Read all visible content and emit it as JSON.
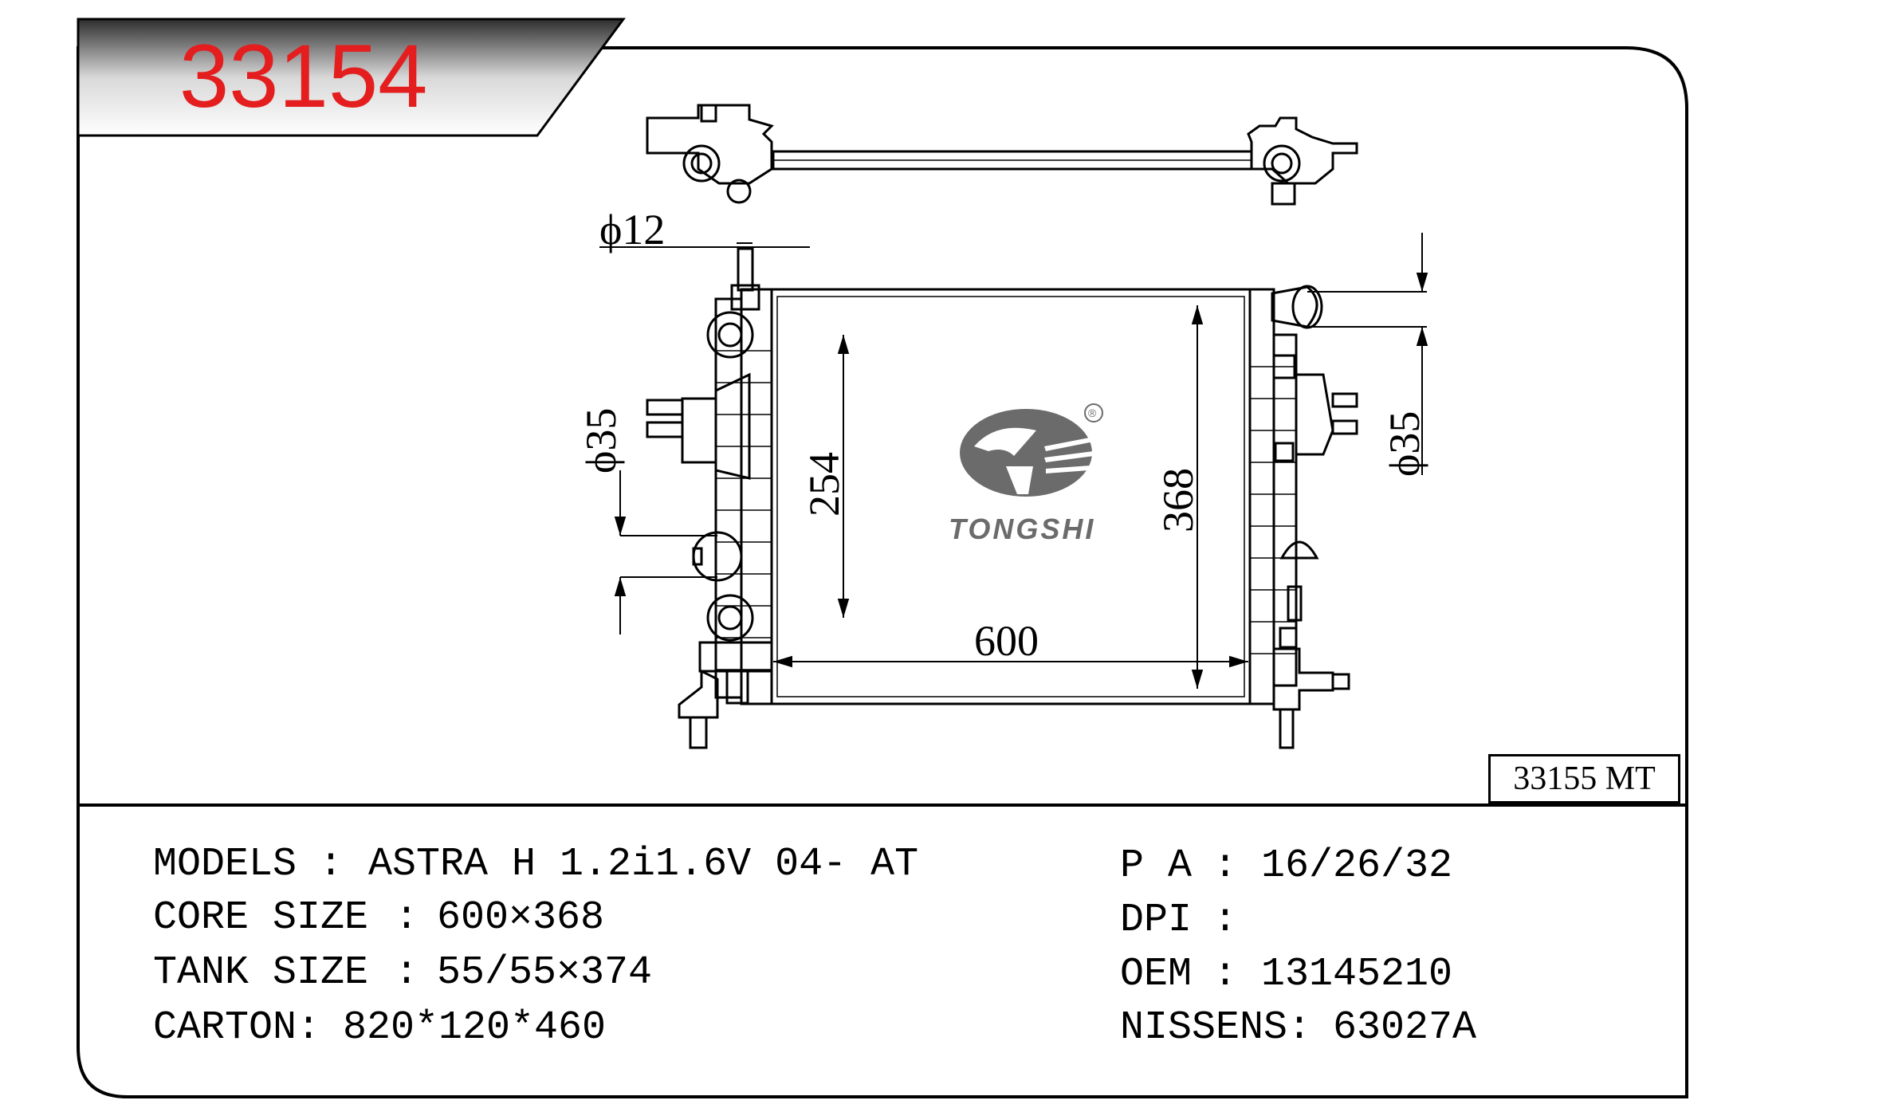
{
  "header": {
    "part_number": "33154",
    "part_number_color": "#e41e1e",
    "variant_code": "33155 MT"
  },
  "logo": {
    "brand_name": "TONGSHI",
    "registered_mark": "®",
    "color": "#6b6b6b"
  },
  "drawing": {
    "dimensions": {
      "inlet_pipe": "ϕ12",
      "left_pipe": "ϕ35",
      "right_pipe": "ϕ35",
      "inner_height": "254",
      "core_height": "368",
      "core_width": "600"
    }
  },
  "specs": {
    "left": [
      {
        "label": "MODELS",
        "sep": ":",
        "value": "ASTRA H 1.2i1.6V 04- AT"
      },
      {
        "label": "CORE SIZE",
        "sep": ":",
        "value": "600×368"
      },
      {
        "label": "TANK SIZE",
        "sep": ":",
        "value": "55/55×374"
      },
      {
        "label": "CARTON",
        "sep": ":",
        "value": "820*120*460"
      }
    ],
    "right": [
      {
        "label": "P A",
        "sep": ":",
        "value": "16/26/32"
      },
      {
        "label": "DPI",
        "sep": ":",
        "value": ""
      },
      {
        "label": "OEM",
        "sep": ":",
        "value": "13145210"
      },
      {
        "label": "NISSENS",
        "sep": ":",
        "value": "63027A"
      }
    ]
  }
}
